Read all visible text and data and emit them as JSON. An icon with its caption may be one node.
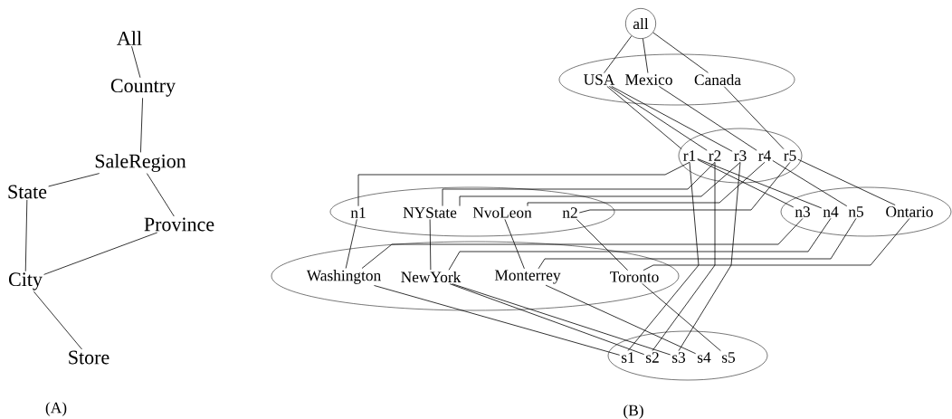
{
  "diagram": {
    "nodes": [
      {
        "text": [
          "All"
        ]
      },
      {
        "text": [
          "Country"
        ]
      },
      {
        "text": [
          "SaleRegion"
        ]
      },
      {
        "text": [
          "State"
        ]
      },
      {
        "text": [
          "Province"
        ]
      },
      {
        "text": [
          "City"
        ]
      },
      {
        "text": [
          "Store"
        ]
      },
      {
        "text": [
          "all"
        ]
      },
      {
        "text": [],
        "shape": "ellipse"
      },
      {
        "text": [
          "USA"
        ],
        "in": 8
      },
      {
        "text": [
          "Mexico"
        ],
        "in": 8
      },
      {
        "text": [
          "Canada"
        ],
        "in": 8
      },
      {
        "text": [],
        "shape": "ellipse"
      },
      {
        "text": [
          "r1"
        ],
        "in": 12
      },
      {
        "text": [
          "r2"
        ],
        "in": 12
      },
      {
        "text": [
          "r3"
        ],
        "in": 12
      },
      {
        "text": [
          "r4"
        ],
        "in": 12
      },
      {
        "text": [
          "r5"
        ],
        "in": 12
      },
      {
        "text": [],
        "shape": "ellipse"
      },
      {
        "text": [
          "n1"
        ],
        "in": 18
      },
      {
        "text": [
          "NYState"
        ],
        "in": 18
      },
      {
        "text": [
          "NvoLeon"
        ],
        "in": 18
      },
      {
        "text": [
          "n2"
        ],
        "in": 18
      },
      {
        "text": [],
        "shape": "ellipse"
      },
      {
        "text": [
          "n3"
        ],
        "in": 23
      },
      {
        "text": [
          "n4"
        ],
        "in": 23
      },
      {
        "text": [
          "n5"
        ],
        "in": 23
      },
      {
        "text": [
          "Ontario"
        ],
        "in": 23
      },
      {
        "text": [],
        "shape": "ellipse"
      },
      {
        "text": [
          "Washington"
        ],
        "in": 28
      },
      {
        "text": [
          "NewYork"
        ],
        "in": 28
      },
      {
        "text": [
          "Monterrey"
        ],
        "in": 28
      },
      {
        "text": [
          "Toronto"
        ],
        "in": 28
      },
      {
        "text": [],
        "shape": "ellipse"
      },
      {
        "text": [
          "s1"
        ],
        "in": 33
      },
      {
        "text": [
          "s2"
        ],
        "in": 33
      },
      {
        "text": [
          "s3"
        ],
        "in": 33
      },
      {
        "text": [
          "s4"
        ],
        "in": 33
      },
      {
        "text": [
          "s5"
        ],
        "in": 33
      }
    ],
    "edges": [
      {
        "from": 0,
        "to": 1,
        "arrow": "none"
      },
      {
        "from": 1,
        "to": 2,
        "arrow": "none"
      },
      {
        "from": 2,
        "to": 3,
        "arrow": "none"
      },
      {
        "from": 2,
        "to": 4,
        "arrow": "none"
      },
      {
        "from": 3,
        "to": 5,
        "arrow": "none"
      },
      {
        "from": 4,
        "to": 5,
        "arrow": "none"
      },
      {
        "from": 5,
        "to": 6,
        "arrow": "none"
      },
      {
        "from": 7,
        "to": 9,
        "arrow": "none"
      },
      {
        "from": 7,
        "to": 10,
        "arrow": "none"
      },
      {
        "from": 7,
        "to": 11,
        "arrow": "none"
      },
      {
        "from": 9,
        "to": 13,
        "arrow": "none"
      },
      {
        "from": 9,
        "to": 14,
        "arrow": "none"
      },
      {
        "from": 9,
        "to": 15,
        "arrow": "none"
      },
      {
        "from": 10,
        "to": 16,
        "arrow": "none"
      },
      {
        "from": 11,
        "to": 17,
        "arrow": "none"
      },
      {
        "from": 13,
        "to": 19,
        "arrow": "none"
      },
      {
        "from": 14,
        "to": 20,
        "arrow": "none"
      },
      {
        "from": 15,
        "to": 20,
        "arrow": "none"
      },
      {
        "from": 16,
        "to": 21,
        "arrow": "none"
      },
      {
        "from": 17,
        "to": 22,
        "arrow": "none"
      },
      {
        "from": 13,
        "to": 24,
        "arrow": "none"
      },
      {
        "from": 13,
        "to": 25,
        "arrow": "none"
      },
      {
        "from": 16,
        "to": 26,
        "arrow": "none"
      },
      {
        "from": 17,
        "to": 27,
        "arrow": "none"
      },
      {
        "from": 19,
        "to": 29,
        "arrow": "none"
      },
      {
        "from": 20,
        "to": 30,
        "arrow": "none"
      },
      {
        "from": 21,
        "to": 31,
        "arrow": "none"
      },
      {
        "from": 22,
        "to": 32,
        "arrow": "none"
      },
      {
        "from": 24,
        "to": 29,
        "arrow": "none"
      },
      {
        "from": 25,
        "to": 30,
        "arrow": "none"
      },
      {
        "from": 26,
        "to": 31,
        "arrow": "none"
      },
      {
        "from": 27,
        "to": 32,
        "arrow": "none"
      },
      {
        "from": 13,
        "to": 34,
        "arrow": "none"
      },
      {
        "from": 14,
        "to": 35,
        "arrow": "none"
      },
      {
        "from": 15,
        "to": 36,
        "arrow": "none"
      },
      {
        "from": 29,
        "to": 34,
        "arrow": "none"
      },
      {
        "from": 30,
        "to": 35,
        "arrow": "none"
      },
      {
        "from": 30,
        "to": 36,
        "arrow": "none"
      },
      {
        "from": 31,
        "to": 37,
        "arrow": "none"
      },
      {
        "from": 32,
        "to": 38,
        "arrow": "none"
      }
    ],
    "labels": [
      "(A)",
      "(B)"
    ]
  }
}
